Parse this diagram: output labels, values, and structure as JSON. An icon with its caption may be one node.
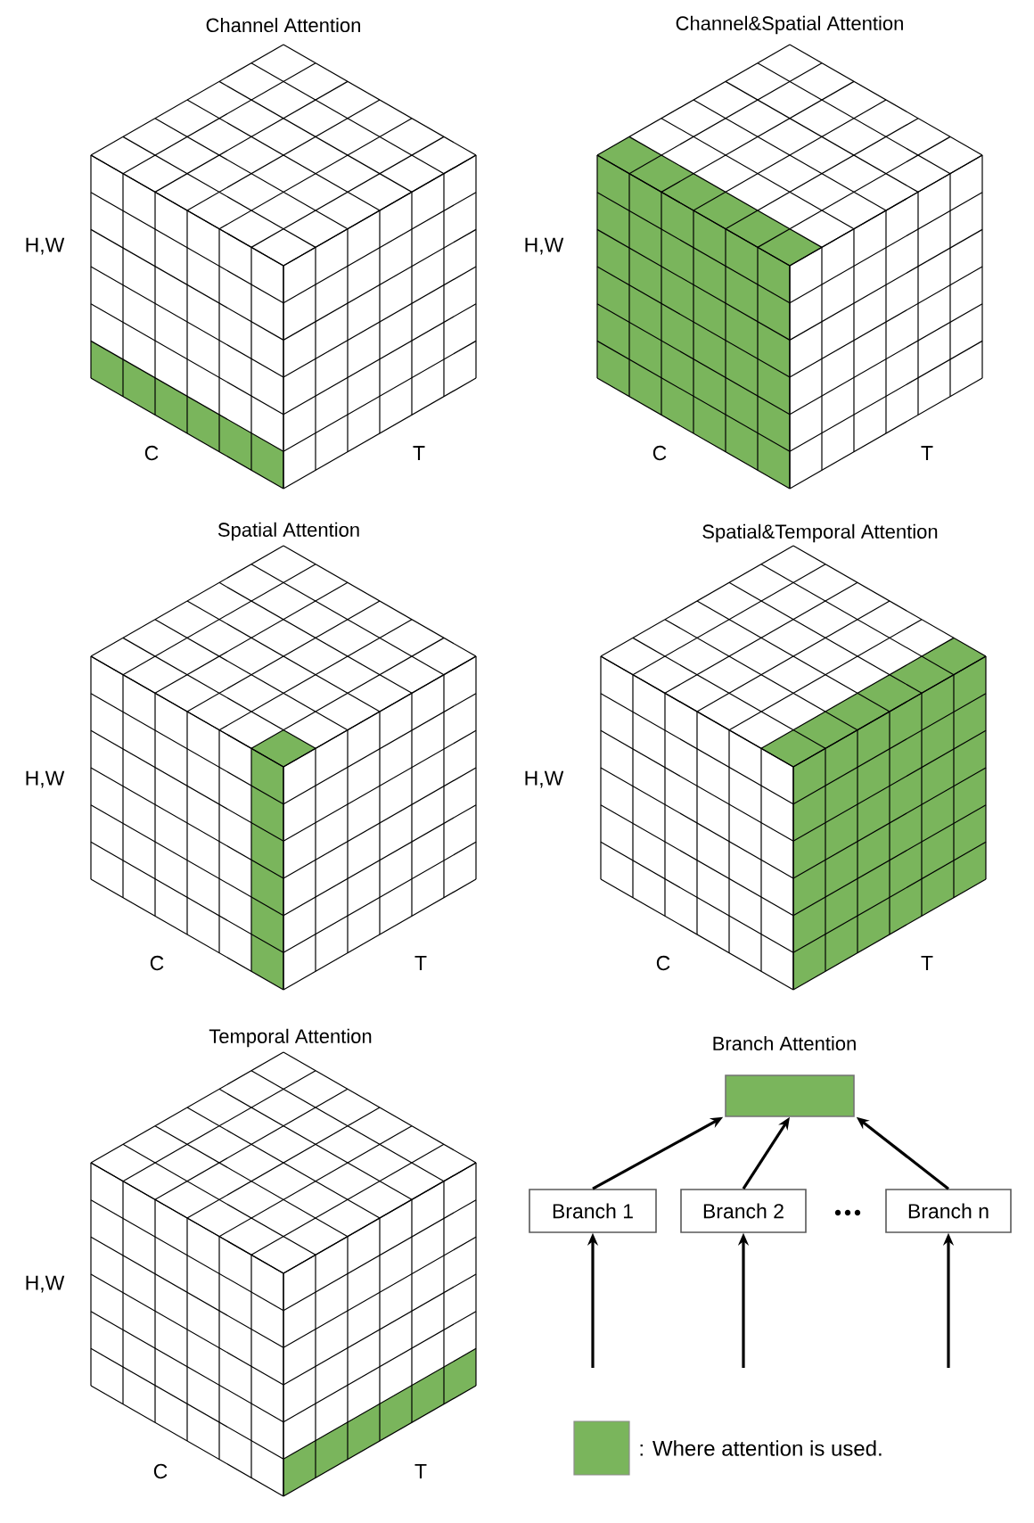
{
  "diagram": {
    "nodes": [
      {
        "text": [],
        "shape": "box"
      },
      {
        "text": [
          "Branch 1"
        ]
      },
      {
        "text": [
          "Branch 2"
        ]
      },
      {
        "text": [
          "Branch n"
        ]
      }
    ],
    "edges": [
      {
        "from": 1,
        "to": 0,
        "arrow": "to"
      },
      {
        "from": 2,
        "to": 0,
        "arrow": "to"
      },
      {
        "from": 3,
        "to": 0,
        "arrow": "to"
      },
      {
        "from": null,
        "to": 1,
        "arrow": "to"
      },
      {
        "from": null,
        "to": 2,
        "arrow": "to"
      },
      {
        "from": null,
        "to": 3,
        "arrow": "to"
      }
    ],
    "labels": [
      "Channel Attention",
      "Channel&Spatial Attention",
      "H,W",
      "H,W",
      "C",
      "T",
      "C",
      "T",
      "Spatial Attention",
      "Spatial&Temporal Attention",
      "H,W",
      "H,W",
      "C",
      "T",
      "C",
      "T",
      "Temporal Attention",
      "Branch Attention",
      "H,W",
      "C",
      "T"
    ],
    "legend": [
      {
        "text": ": Where attention is used.",
        "color": "#7ab55c"
      }
    ]
  }
}
